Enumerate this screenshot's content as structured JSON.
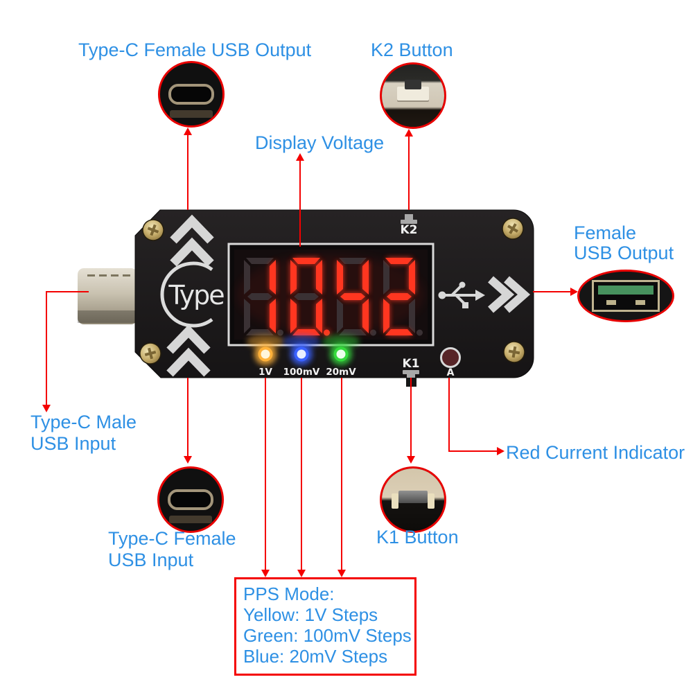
{
  "annotations": {
    "typec_female_usb_output": "Type-C Female USB Output",
    "k2_button": "K2 Button",
    "display_voltage": "Display Voltage",
    "female_usb_output": [
      "Female",
      "USB Output"
    ],
    "typec_male_usb_input": [
      "Type-C Male",
      "USB Input"
    ],
    "red_current_indicator": "Red Current Indicator",
    "typec_female_usb_input": [
      "Type-C Female",
      "USB Input"
    ],
    "k1_button": "K1 Button",
    "pps_box": {
      "title": "PPS Mode:",
      "lines": [
        "Yellow: 1V Steps",
        "Green: 100mV Steps",
        "Blue: 20mV Steps"
      ]
    }
  },
  "device": {
    "logo_text": "Type",
    "display_value": "10.42",
    "button_top_label": "K2",
    "button_bottom_label": "K1",
    "current_indicator_label": "A",
    "leds": [
      {
        "label": "1V",
        "color": "#ffb23a",
        "core": "#fff6dc"
      },
      {
        "label": "100mV",
        "color": "#3a62ff",
        "core": "#e9efff"
      },
      {
        "label": "20mV",
        "color": "#35d93c",
        "core": "#ebffec"
      }
    ]
  },
  "colors": {
    "label_blue": "#2e90e4",
    "callout_red": "#f40000",
    "inset_border_red": "#e80000",
    "segment_lit": "#ff3620",
    "segment_ghost": "#3a3134",
    "board_black": "#1d1b1c"
  }
}
